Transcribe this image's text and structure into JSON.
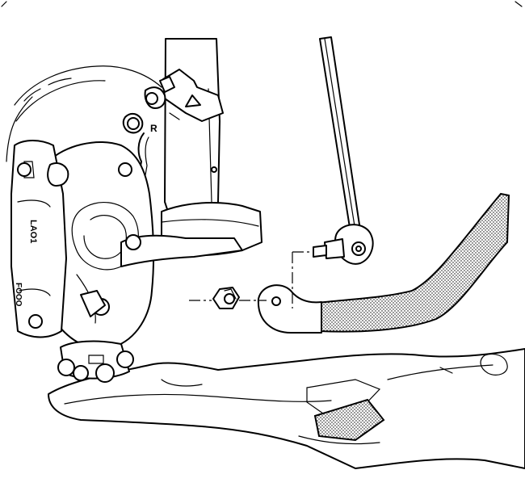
{
  "diagram": {
    "caliper_marking": "LAO1",
    "caliper_marking_2": "FOOO",
    "strut_mark": "R",
    "colors": {
      "line": "#000000",
      "background": "#ffffff",
      "hatch_dots": "#000000"
    }
  }
}
